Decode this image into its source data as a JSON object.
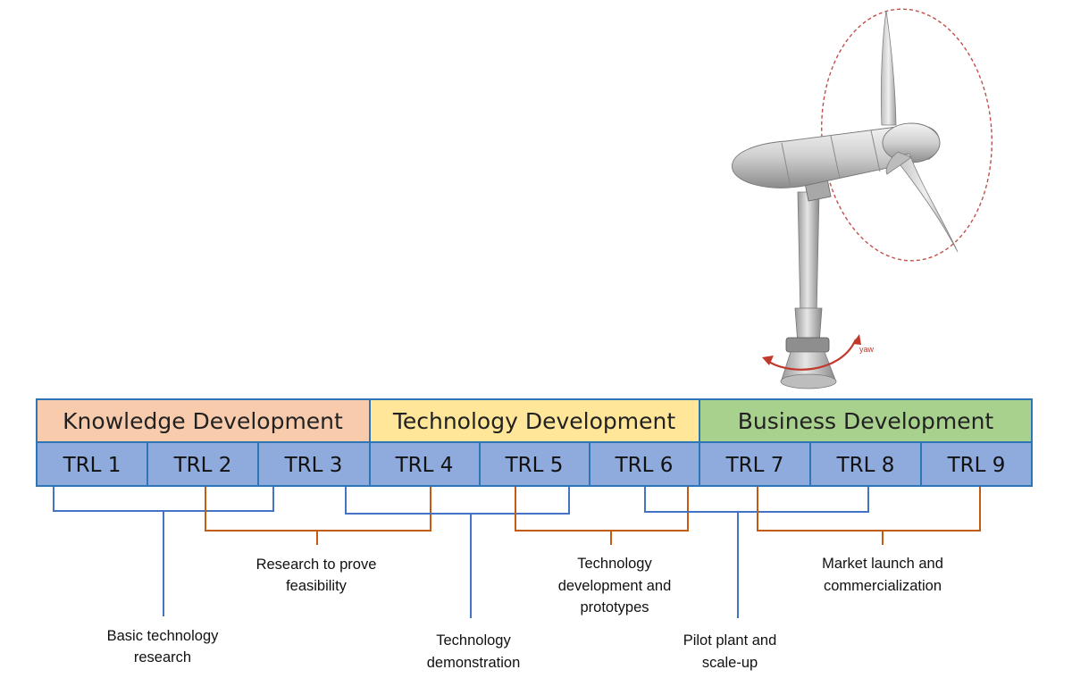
{
  "phases": [
    {
      "label": "Knowledge Development",
      "color": "#f8cbad"
    },
    {
      "label": "Technology Development",
      "color": "#ffe699"
    },
    {
      "label": "Business Development",
      "color": "#a9d18e"
    }
  ],
  "trls": [
    "TRL 1",
    "TRL 2",
    "TRL 3",
    "TRL 4",
    "TRL 5",
    "TRL 6",
    "TRL 7",
    "TRL 8",
    "TRL 9"
  ],
  "trl_color": "#8faadc",
  "border_color": "#2e75b6",
  "bracket_colors": {
    "blue": "#4472c4",
    "orange": "#c55a11"
  },
  "captions": {
    "basic": [
      "Basic technology",
      "research"
    ],
    "feasibility": [
      "Research to prove",
      "feasibility"
    ],
    "demonstration": [
      "Technology",
      "demonstration"
    ],
    "prototypes": [
      "Technology",
      "development and",
      "prototypes"
    ],
    "pilot": [
      "Pilot plant and",
      "scale-up"
    ],
    "market": [
      "Market launch and",
      "commercialization"
    ]
  },
  "turbine": {
    "yaw_label": "yaw"
  }
}
